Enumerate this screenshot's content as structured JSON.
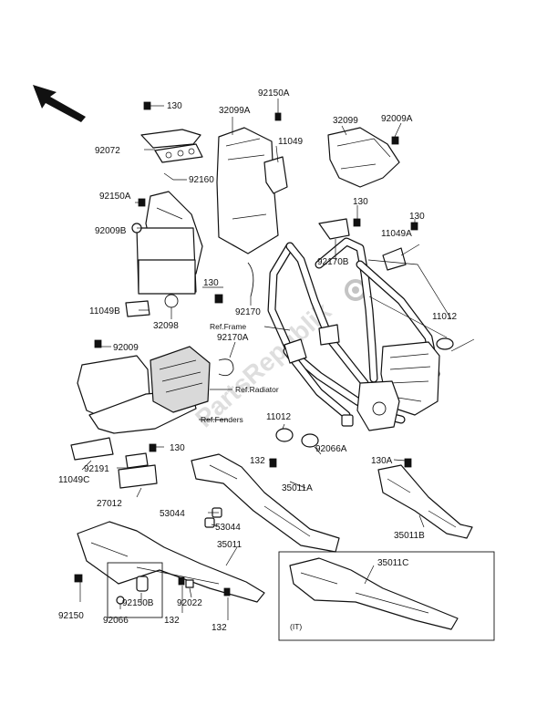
{
  "watermark": "PartsRepublik",
  "ref_labels": {
    "frame": "Ref.Frame",
    "radiator": "Ref.Radiator",
    "fenders": "Ref.Fenders"
  },
  "inset_note": "(IT)",
  "callouts": {
    "c130_a": "130",
    "c92150A": "92150A",
    "c32099A": "32099A",
    "c32099": "32099",
    "c92009A": "92009A",
    "c92072": "92072",
    "c11049": "11049",
    "c92160": "92160",
    "c92150A_b": "92150A",
    "c130_b": "130",
    "c130_c": "130",
    "c92009B": "92009B",
    "c11049A": "11049A",
    "c92170B": "92170B",
    "c130_d": "130",
    "c11049B": "11049B",
    "c32098": "32098",
    "c92170": "92170",
    "c11012_a": "11012",
    "c92009": "92009",
    "c92170A": "92170A",
    "c11012_b": "11012",
    "c92066A": "92066A",
    "c130_e": "130",
    "c11049C": "11049C",
    "c132_a": "132",
    "c35011A": "35011A",
    "c130A": "130A",
    "c92191": "92191",
    "c27012": "27012",
    "c35011B": "35011B",
    "c53044_a": "53044",
    "c53044_b": "53044",
    "c35011": "35011",
    "c35011C": "35011C",
    "c92150": "92150",
    "c92150B": "92150B",
    "c92022": "92022",
    "c92066": "92066",
    "c132_b": "132",
    "c132_c": "132"
  }
}
